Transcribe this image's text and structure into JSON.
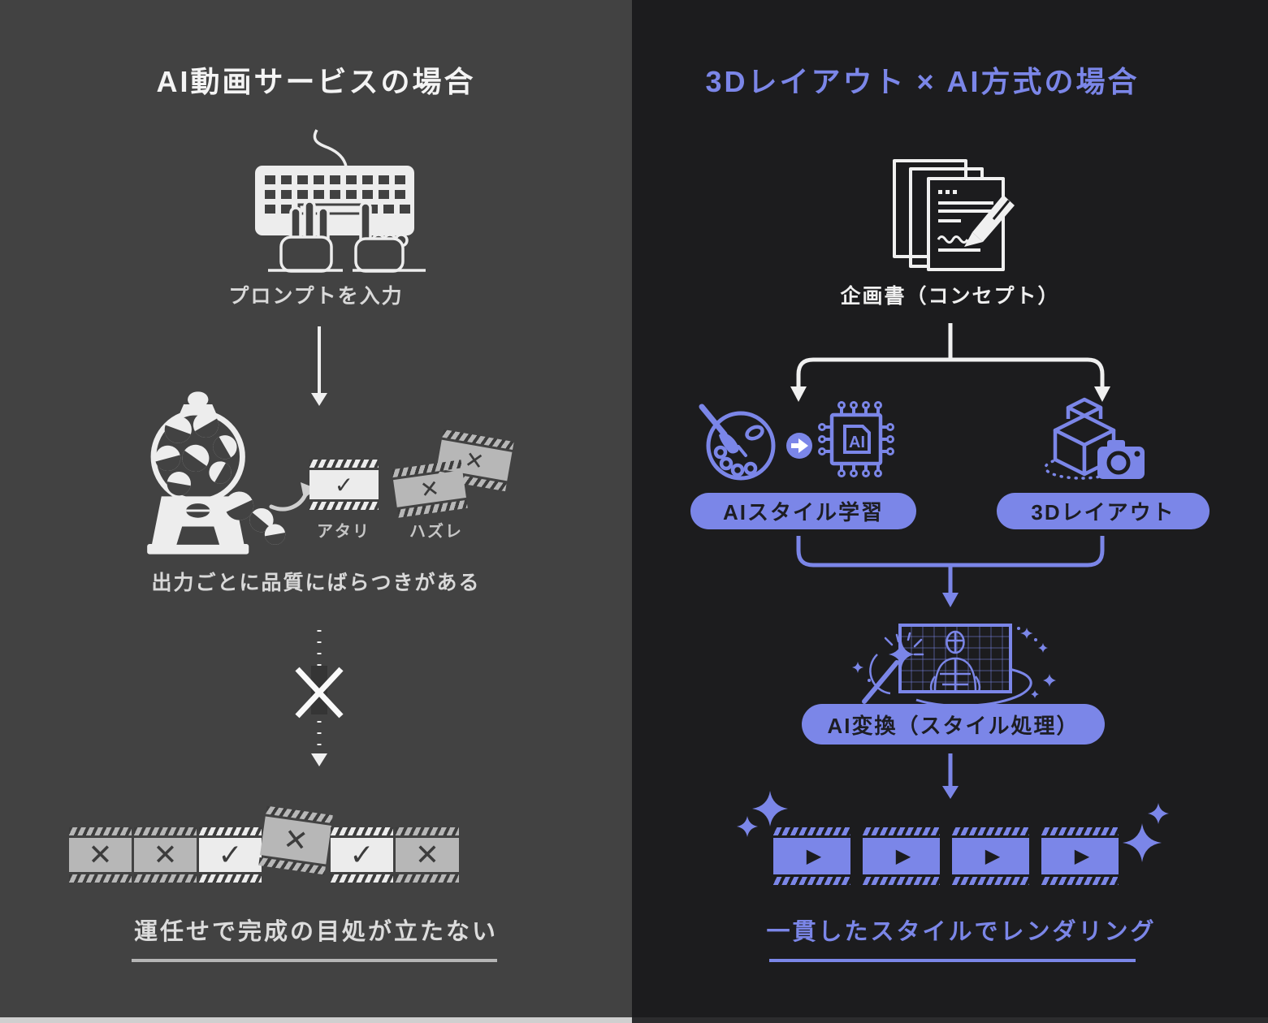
{
  "colors": {
    "left_bg": "#424242",
    "right_bg": "#1c1c1e",
    "accent": "#7b86e8",
    "left_text": "#d9d9d9",
    "white": "#f2f2f2",
    "frame_gray": "#b7b7b7",
    "frame_light": "#ececec",
    "mark_dark": "#3c3c3c"
  },
  "left_panel": {
    "title": "AI動画サービスの場合",
    "prompt_label": "プロンプトを入力",
    "hit_label": "アタリ",
    "miss_label": "ハズレ",
    "hit_mark": "✓",
    "miss_mark": "✕",
    "variance_label": "出力ごとに品質にばらつきがある",
    "filmstrip_marks": [
      "✕",
      "✕",
      "✓",
      "✕",
      "✓",
      "✕"
    ],
    "conclusion_label": "運任せで完成の目処が立たない"
  },
  "right_panel": {
    "title": "3Dレイアウト × AI方式の場合",
    "concept_label": "企画書（コンセプト）",
    "ai_style_pill": "AIスタイル学習",
    "layout_pill": "3Dレイアウト",
    "chip_text": "AI",
    "convert_pill": "AI変換（スタイル処理）",
    "play_mark": "▶",
    "conclusion_label": "一貫したスタイルでレンダリング"
  }
}
